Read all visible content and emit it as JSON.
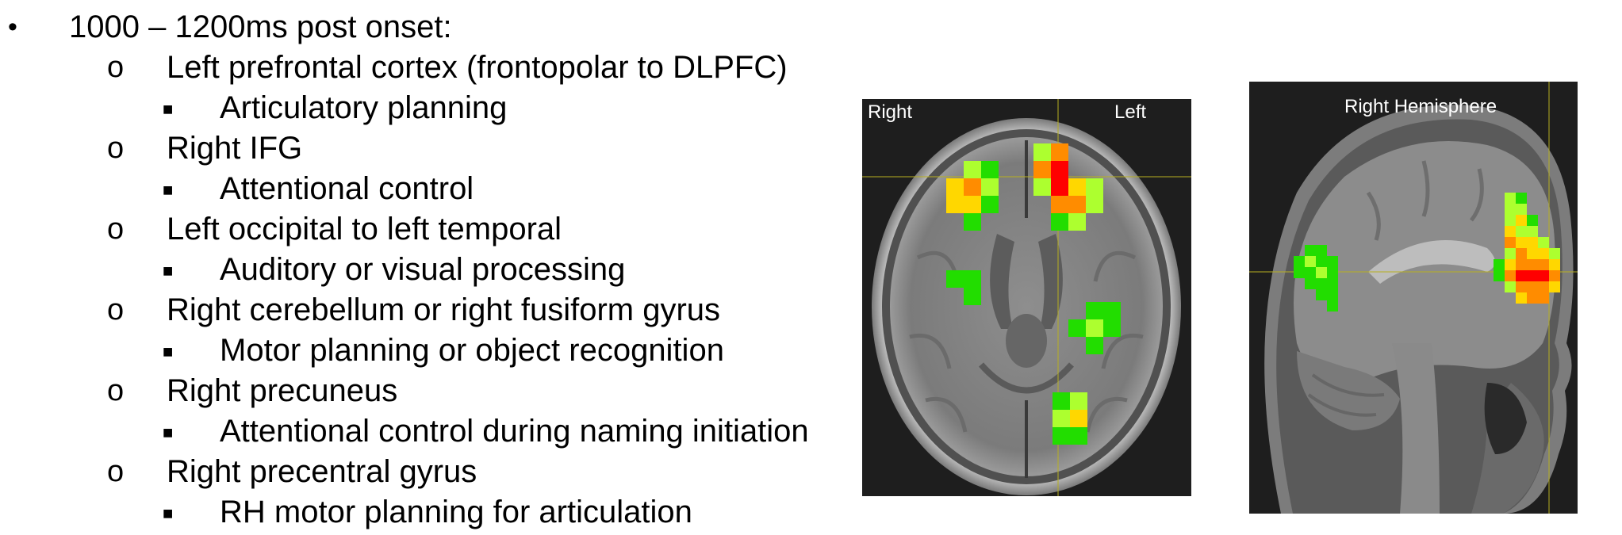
{
  "outline": {
    "title": "1000 – 1200ms post onset:",
    "regions": [
      {
        "region": "Left prefrontal cortex (frontopolar to DLPFC)",
        "function": "Articulatory planning"
      },
      {
        "region": "Right IFG",
        "function": "Attentional control"
      },
      {
        "region": "Left occipital to left temporal",
        "function": "Auditory or visual processing"
      },
      {
        "region": "Right cerebellum or right fusiform gyrus",
        "function": "Motor planning or object recognition"
      },
      {
        "region": "Right precuneus",
        "function": "Attentional control during naming initiation"
      },
      {
        "region": "Right precentral gyrus",
        "function": "RH motor planning for articulation"
      }
    ]
  },
  "axial_view": {
    "label_right": "Right",
    "label_left": "Left"
  },
  "sagittal_view": {
    "label": "Right Hemisphere"
  },
  "activation_colors": [
    "#ff0000",
    "#ff8c00",
    "#ffd700",
    "#adff2f",
    "#22dd00"
  ]
}
